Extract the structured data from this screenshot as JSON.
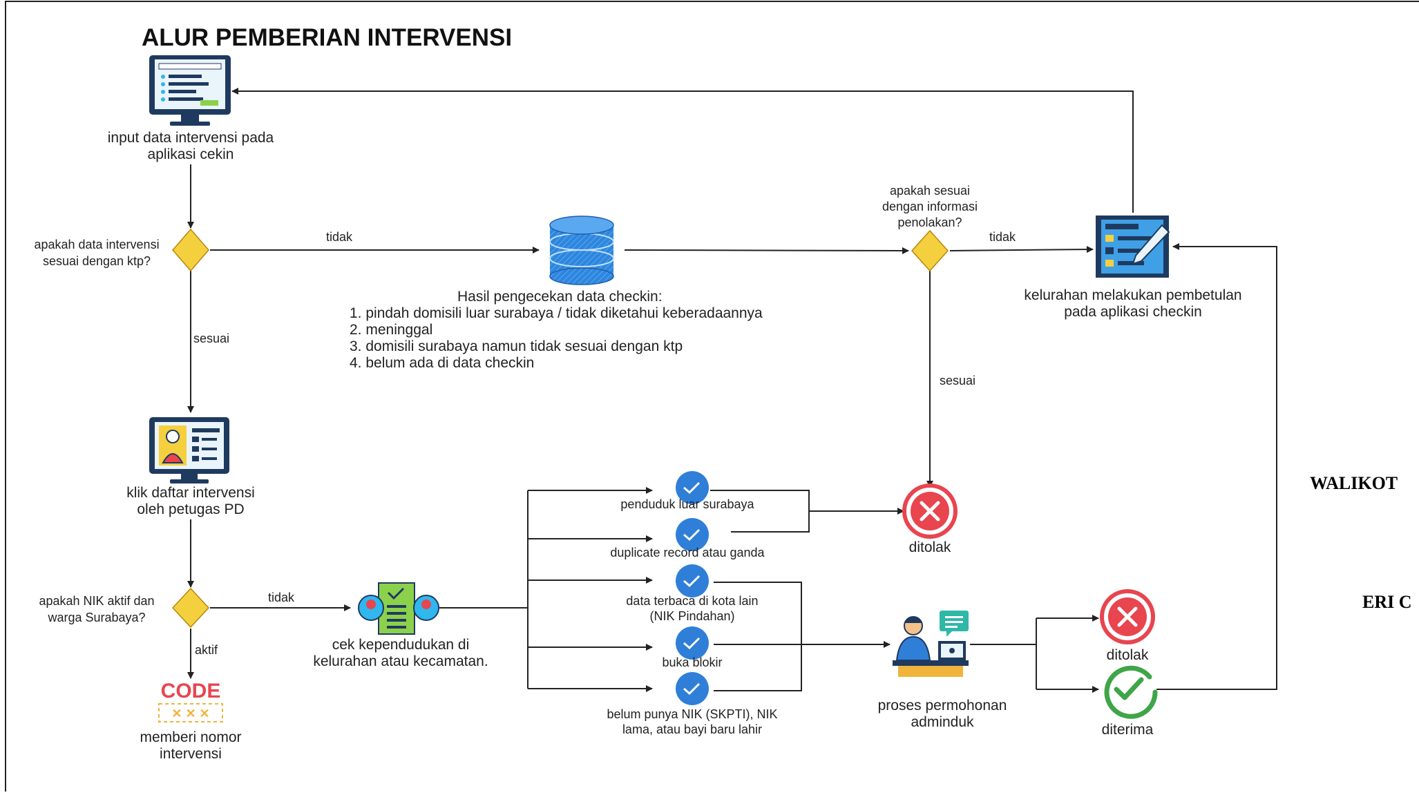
{
  "title": "ALUR PEMBERIAN INTERVENSI",
  "nodes": {
    "input_line1": "input data intervensi pada",
    "input_line2": "aplikasi cekin",
    "q1_line1": "apakah data intervensi",
    "q1_line2": "sesuai dengan ktp?",
    "db_title": "Hasil pengecekan data checkin:",
    "db_items": [
      "1. pindah domisili luar surabaya / tidak diketahui keberadaannya",
      "2. meninggal",
      "3. domisili surabaya namun tidak sesuai dengan ktp",
      "4. belum ada di data checkin"
    ],
    "q2_line1": "apakah sesuai",
    "q2_line2": "dengan informasi",
    "q2_line3": "penolakan?",
    "fix_line1": "kelurahan melakukan pembetulan",
    "fix_line2": "pada aplikasi checkin",
    "klik_line1": "klik daftar intervensi",
    "klik_line2": "oleh petugas PD",
    "q3_line1": "apakah NIK aktif dan",
    "q3_line2": "warga Surabaya?",
    "code_label": "CODE",
    "code_line1": "memberi nomor",
    "code_line2": "intervensi",
    "cek_line1": "cek kependudukan di",
    "cek_line2": "kelurahan atau kecamatan.",
    "opt1": "penduduk luar surabaya",
    "opt2": "duplicate record atau ganda",
    "opt3_line1": "data terbaca di kota lain",
    "opt3_line2": "(NIK Pindahan)",
    "opt4": "buka blokir",
    "opt5_line1": "belum punya NIK (SKPTI), NIK",
    "opt5_line2": "lama, atau bayi baru lahir",
    "proses_line1": "proses permohonan",
    "proses_line2": "adminduk",
    "ditolak1": "ditolak",
    "ditolak2": "ditolak",
    "diterima": "diterima"
  },
  "edges": {
    "q1_no": "tidak",
    "q1_yes": "sesuai",
    "q2_no": "tidak",
    "q2_yes": "sesuai",
    "q3_no": "tidak",
    "q3_yes": "aktif"
  },
  "side_text": {
    "line1": "WALIKOT",
    "line2": "ERI C"
  },
  "colors": {
    "diamond": "#f4d03f",
    "reject": "#e8454f",
    "accept": "#3fa548",
    "check": "#2f7fd8",
    "icon_navy": "#1f3a5f",
    "database": "#2e86de"
  }
}
